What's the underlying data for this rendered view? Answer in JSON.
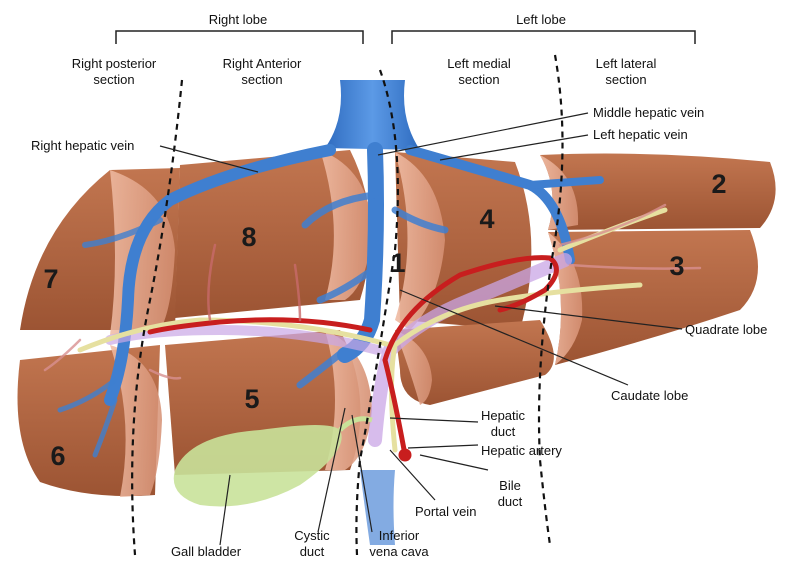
{
  "headers": {
    "right_lobe": "Right lobe",
    "left_lobe": "Left lobe"
  },
  "sections": {
    "right_posterior": [
      "Right posterior",
      "section"
    ],
    "right_anterior": [
      "Right Anterior",
      "section"
    ],
    "left_medial": [
      "Left medial",
      "section"
    ],
    "left_lateral": [
      "Left lateral",
      "section"
    ]
  },
  "segments": {
    "s1": "1",
    "s2": "2",
    "s3": "3",
    "s4": "4",
    "s5": "5",
    "s6": "6",
    "s7": "7",
    "s8": "8"
  },
  "labels": {
    "right_hepatic_vein": "Right hepatic vein",
    "middle_hepatic_vein": "Middle hepatic vein",
    "left_hepatic_vein": "Left hepatic vein",
    "quadrate_lobe": "Quadrate lobe",
    "caudate_lobe": "Caudate lobe",
    "hepatic_duct": [
      "Hepatic",
      "duct"
    ],
    "hepatic_artery": "Hepatic artery",
    "bile_duct": [
      "Bile",
      "duct"
    ],
    "portal_vein": "Portal vein",
    "inferior_vena_cava": [
      "Inferior",
      "vena cava"
    ],
    "cystic_duct": [
      "Cystic",
      "duct"
    ],
    "gall_bladder": "Gall bladder"
  },
  "colors": {
    "liver": "#b8673f",
    "liver_dark": "#8f4a2c",
    "liver_cut": "#e3a58a",
    "vein": "#3f7fd0",
    "artery": "#c81e1e",
    "bile": "#e6e0a0",
    "portal": "#c9a6e6",
    "gallbladder": "#c9e29a"
  }
}
